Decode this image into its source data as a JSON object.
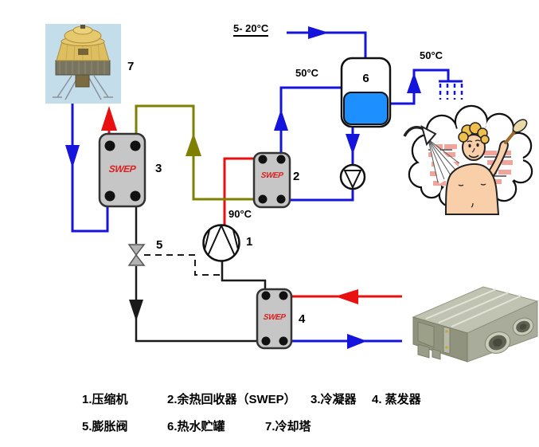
{
  "diagram_type": "heat-pump waste-heat recovery schematic",
  "labels": {
    "tower_number": "7",
    "condenser_number": "3",
    "recovery_number": "2",
    "compressor_number": "1",
    "valve_number": "5",
    "tank_number": "6",
    "evaporator_hx_number": "4",
    "cold_inlet_temp": "5- 20°C",
    "tank_inlet_temp": "50°C",
    "shower_temp": "50°C",
    "discharge_temp": "90°C",
    "swep_logo": "SWEP"
  },
  "legend": {
    "row1": [
      "1.压缩机",
      "2.余热回收器（SWEP）",
      "3.冷凝器",
      "4. 蒸发器"
    ],
    "row2": [
      "5.膨胀阀",
      "6.热水贮罐",
      "7.冷却塔"
    ]
  },
  "colors": {
    "pipe_blue": "#1414dd",
    "pipe_red": "#e81010",
    "pipe_olive": "#808000",
    "pipe_black": "#1a1a1a",
    "tank_water_blue": "#1e8fff",
    "exchanger_gray": "#c6c6c6",
    "valve_gray": "#b3b3b3",
    "swep_logo_red": "#d92121"
  }
}
